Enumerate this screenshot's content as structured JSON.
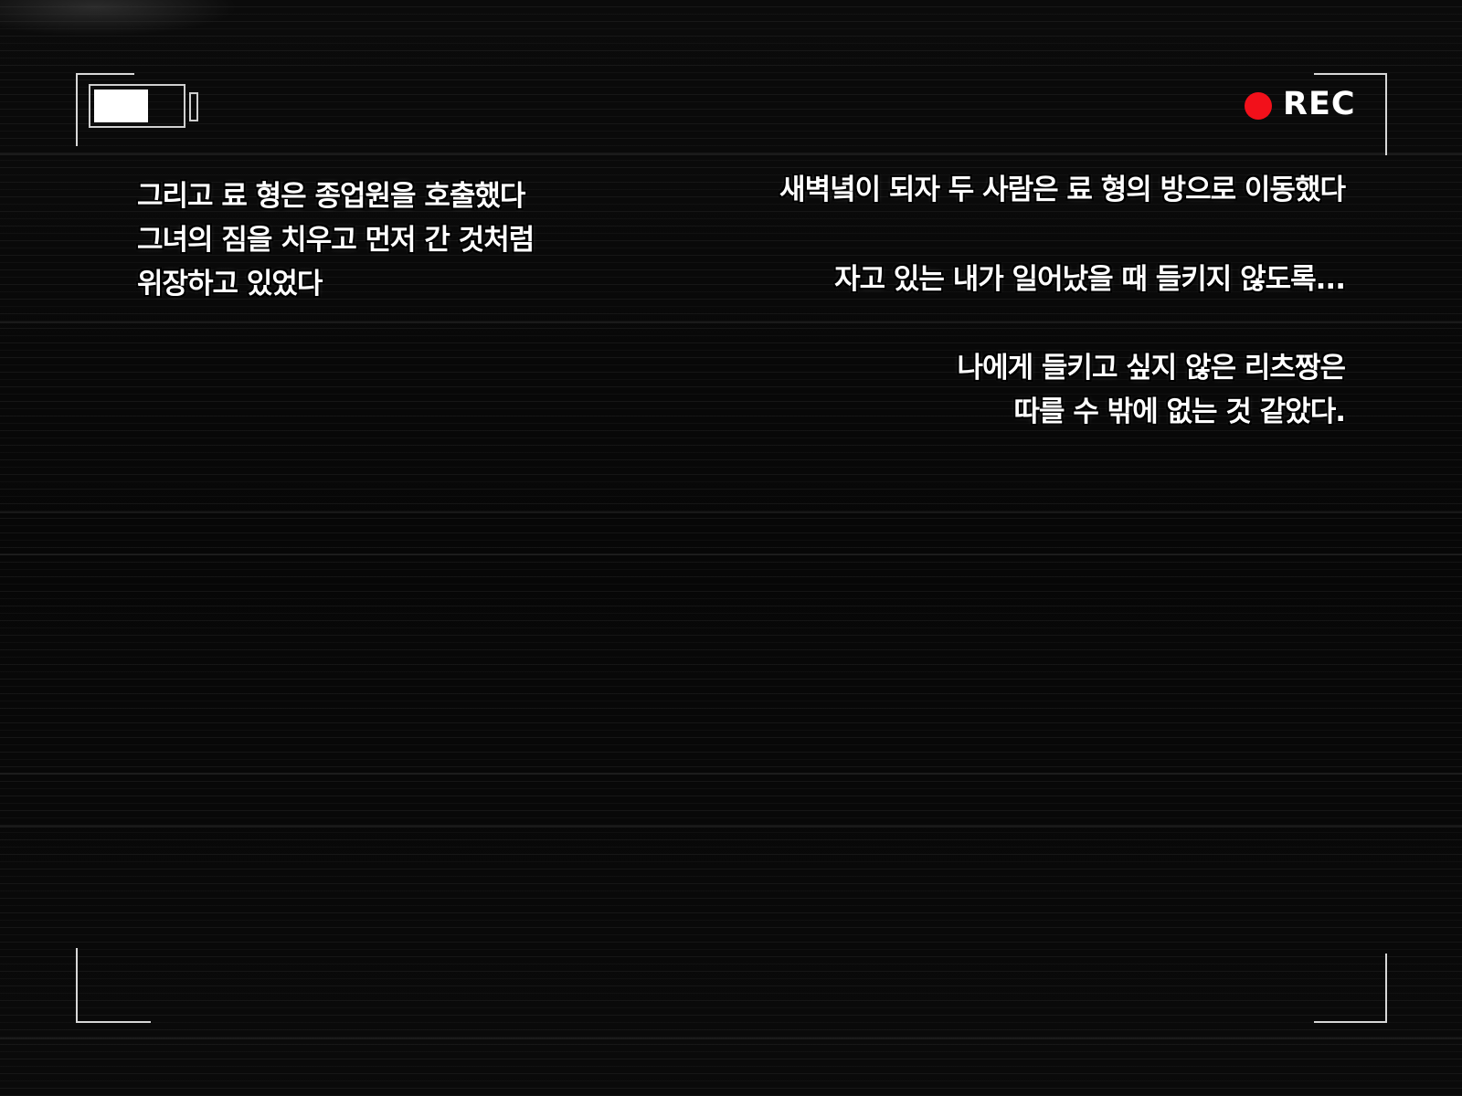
{
  "hud": {
    "battery_level": 0.63,
    "rec_label": "REC",
    "rec_color": "#f2101a"
  },
  "captions": {
    "left": {
      "lines": [
        "그리고 료 형은 종업원을 호출했다",
        "그녀의 짐을 치우고 먼저 간 것처럼",
        "위장하고 있었다"
      ]
    },
    "right_1": {
      "lines": [
        "새벽녘이 되자 두 사람은 료 형의 방으로 이동했다"
      ]
    },
    "right_2": {
      "lines": [
        "자고 있는 내가 일어났을 때 들키지 않도록..."
      ]
    },
    "right_3": {
      "lines": [
        "나에게 들키고 싶지 않은 리츠짱은",
        "따를 수 밖에 없는 것 같았다."
      ]
    }
  }
}
